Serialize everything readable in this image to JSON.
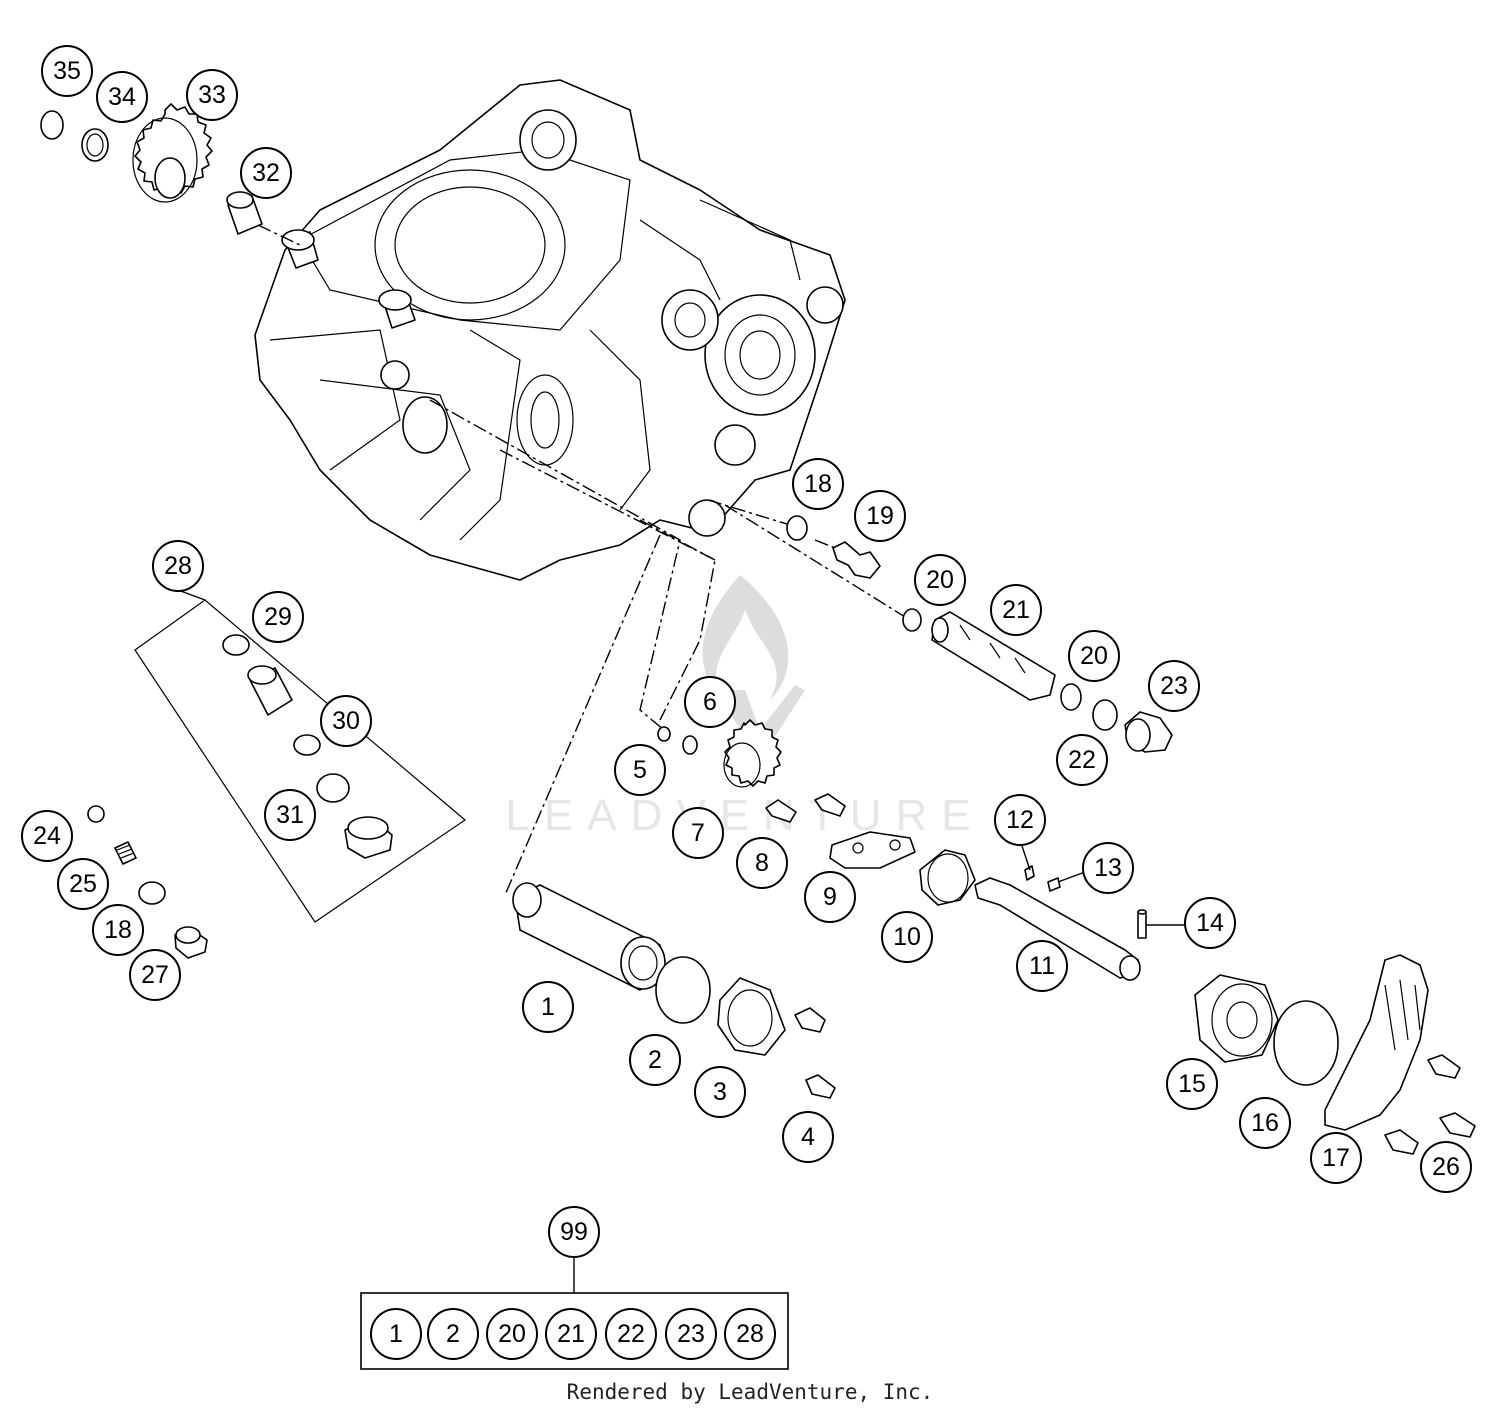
{
  "callouts": [
    "35",
    "34",
    "33",
    "32",
    "18",
    "19",
    "20",
    "21",
    "20",
    "23",
    "22",
    "28",
    "29",
    "30",
    "31",
    "24",
    "25",
    "18",
    "27",
    "6",
    "5",
    "7",
    "8",
    "9",
    "12",
    "13",
    "10",
    "11",
    "14",
    "1",
    "2",
    "3",
    "4",
    "15",
    "16",
    "17",
    "26",
    "99"
  ],
  "kit": {
    "label": "99",
    "items": [
      "1",
      "2",
      "20",
      "21",
      "22",
      "23",
      "28"
    ]
  },
  "watermark": "LEADVENTURE",
  "footer": "Rendered by LeadVenture, Inc."
}
